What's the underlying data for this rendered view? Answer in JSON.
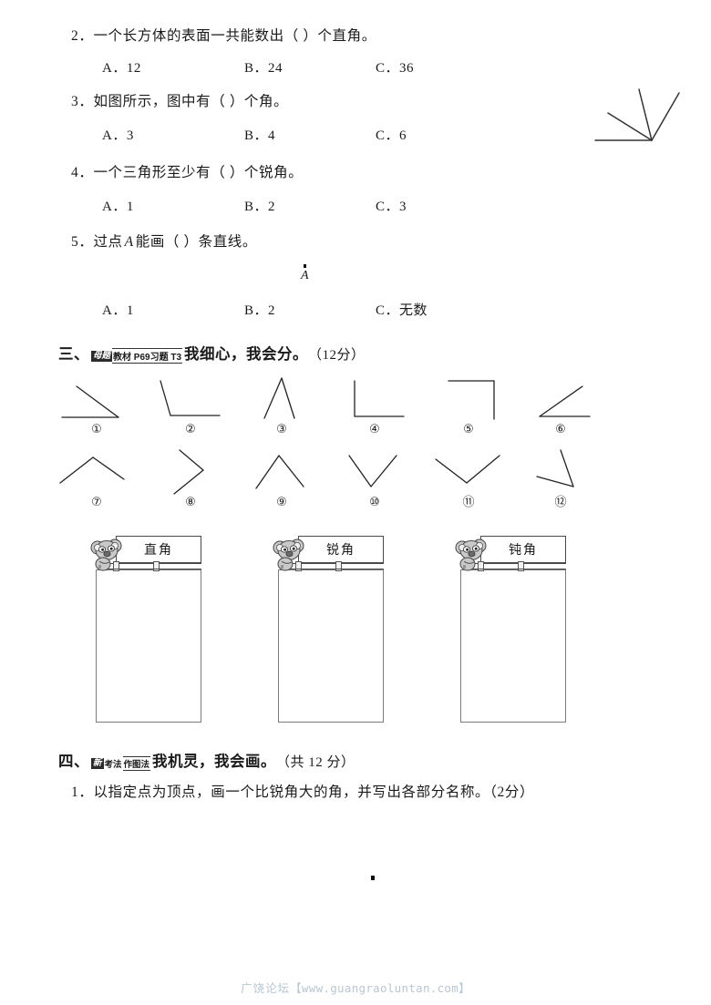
{
  "questions": [
    {
      "id": "q2",
      "stem": "2．一个长方体的表面一共能数出（        ）个直角。",
      "options": [
        {
          "key": "A．",
          "value": "12"
        },
        {
          "key": "B．",
          "value": "24"
        },
        {
          "key": "C．",
          "value": "36"
        }
      ]
    },
    {
      "id": "q3",
      "stem": "3．如图所示，图中有（       ）个角。",
      "options": [
        {
          "key": "A．",
          "value": "3"
        },
        {
          "key": "B．",
          "value": "4"
        },
        {
          "key": "C．",
          "value": "6"
        }
      ]
    },
    {
      "id": "q4",
      "stem": "4．一个三角形至少有（        ）个锐角。",
      "options": [
        {
          "key": "A．",
          "value": "1"
        },
        {
          "key": "B．",
          "value": "2"
        },
        {
          "key": "C．",
          "value": "3"
        }
      ]
    },
    {
      "id": "q5",
      "stem_before": "5．过点",
      "stem_var": "A",
      "stem_after": "能画（      ）条直线。",
      "point_label": "A",
      "options": [
        {
          "key": "A．",
          "value": "1"
        },
        {
          "key": "B．",
          "value": "2"
        },
        {
          "key": "C．",
          "value": "无数"
        }
      ]
    }
  ],
  "section3": {
    "number": "三、",
    "badge_dark": "母题",
    "badge_text": "教材 P69习题 T3",
    "title": "我细心，我会分。",
    "score": "（12分）",
    "figures": [
      {
        "label": "①",
        "kind": "obtuse-right-open"
      },
      {
        "label": "②",
        "kind": "obtuse-left"
      },
      {
        "label": "③",
        "kind": "acute-up"
      },
      {
        "label": "④",
        "kind": "right-angle-L"
      },
      {
        "label": "⑤",
        "kind": "right-angle-top"
      },
      {
        "label": "⑥",
        "kind": "acute-right"
      },
      {
        "label": "⑦",
        "kind": "obtuse-caret"
      },
      {
        "label": "⑧",
        "kind": "acute-sideways"
      },
      {
        "label": "⑨",
        "kind": "acute-caret"
      },
      {
        "label": "⑩",
        "kind": "acute-v"
      },
      {
        "label": "⑪",
        "kind": "obtuse-v"
      },
      {
        "label": "⑫",
        "kind": "acute-down-right"
      }
    ],
    "boxes": [
      {
        "label": "直角",
        "name": "right-angle"
      },
      {
        "label": "锐角",
        "name": "acute-angle"
      },
      {
        "label": "钝角",
        "name": "obtuse-angle"
      }
    ]
  },
  "section4": {
    "number": "四、",
    "badge_dark": "新",
    "badge_mid": "考法",
    "badge_tail": "作图法",
    "title": "我机灵，我会画。",
    "score": "（共 12 分）",
    "question1": "1．以指定点为顶点，画一个比锐角大的角，并写出各部分名称。（2分）"
  },
  "watermark": {
    "cn": "广饶论坛",
    "url": "【www.guangraoluntan.com】"
  },
  "colors": {
    "ink": "#1a1a1a",
    "line": "#4a4a4a",
    "watermark": "#b9c6d2"
  }
}
